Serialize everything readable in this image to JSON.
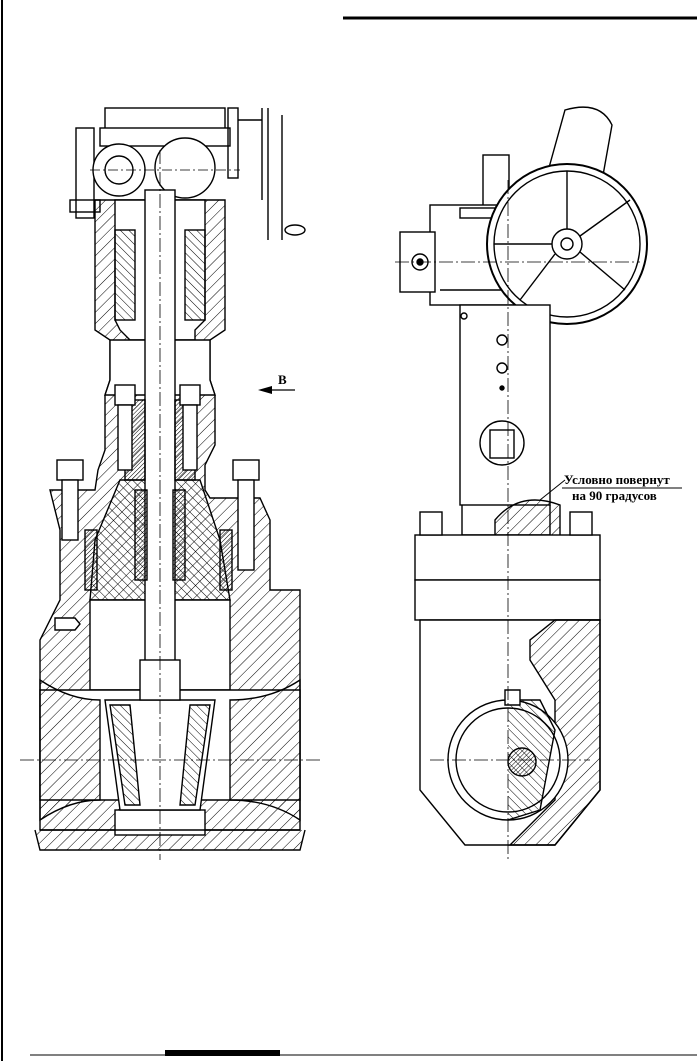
{
  "annotations": {
    "view_arrow_label": "В",
    "rotation_note_line1": "Условно повернут",
    "rotation_note_line2": "на 90 градусов"
  },
  "colors": {
    "ink": "#000000",
    "paper": "#ffffff"
  }
}
